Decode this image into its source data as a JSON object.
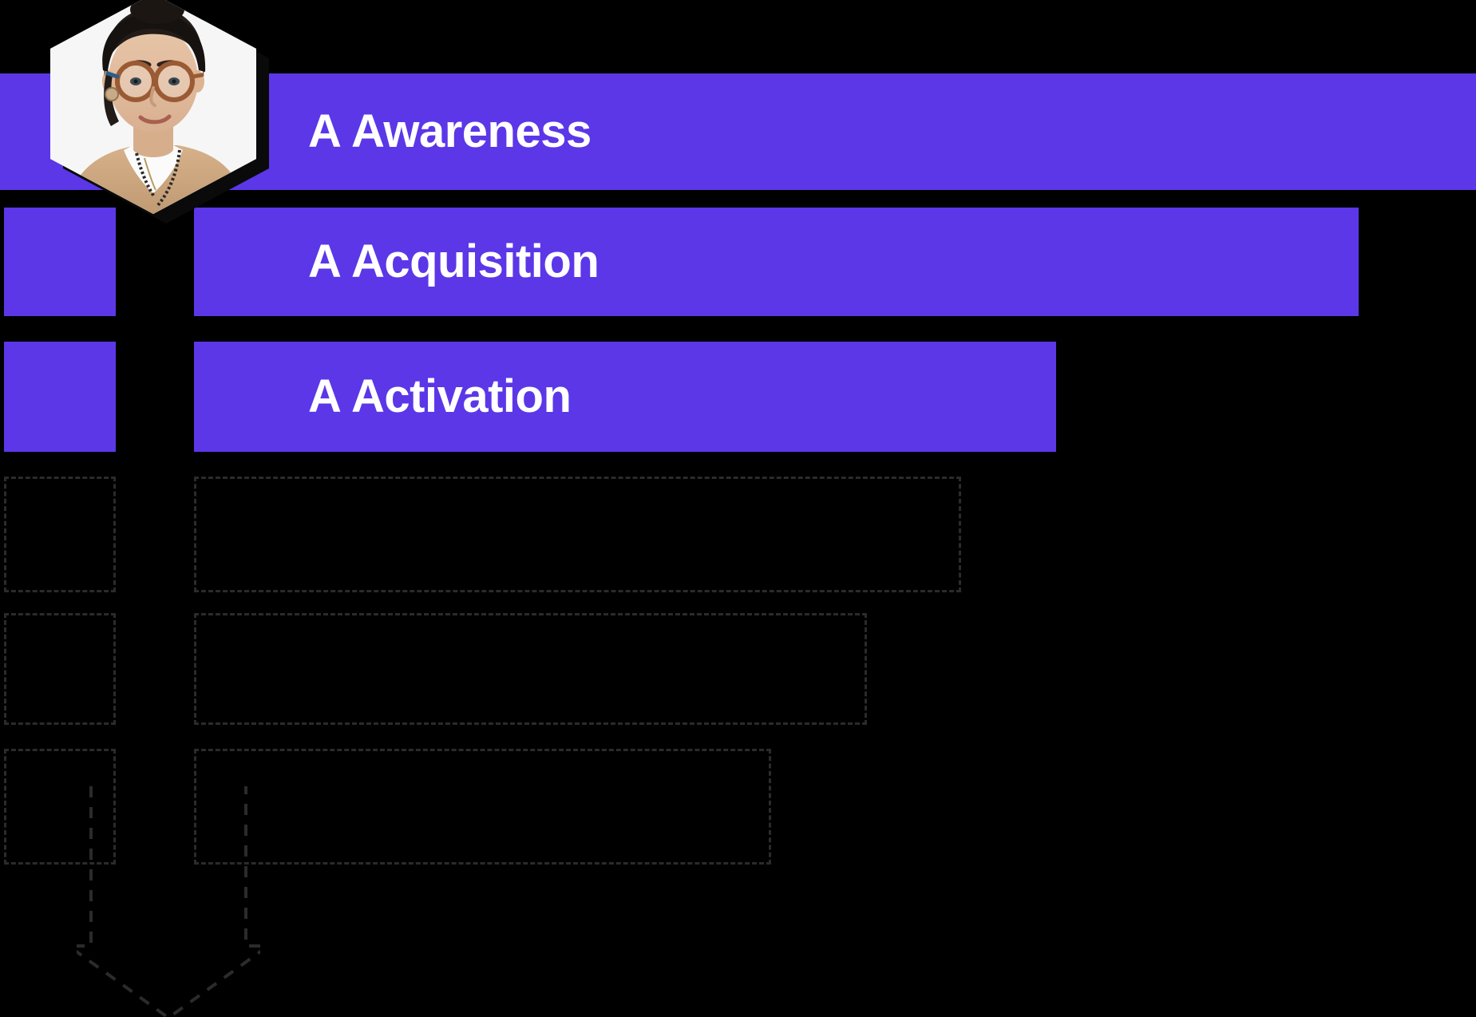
{
  "theme": {
    "accent_color": "#5B37E8",
    "background_color": "#000000",
    "text_color": "#FFFFFF",
    "ghost_outline_color": "#2B2B2B"
  },
  "avatar": {
    "icon": "hexagon-portrait-avatar",
    "alt": "Presenter headshot portrait"
  },
  "funnel": {
    "stages": [
      {
        "letter": "A",
        "label": "Awareness",
        "state": "visible"
      },
      {
        "letter": "A",
        "label": "Acquisition",
        "state": "visible"
      },
      {
        "letter": "A",
        "label": "Activation",
        "state": "visible"
      },
      {
        "letter": "",
        "label": "",
        "state": "hidden"
      },
      {
        "letter": "",
        "label": "",
        "state": "hidden"
      },
      {
        "letter": "",
        "label": "",
        "state": "hidden"
      }
    ]
  },
  "flow_arrow": {
    "icon": "arrow-down-dashed",
    "direction": "down"
  }
}
